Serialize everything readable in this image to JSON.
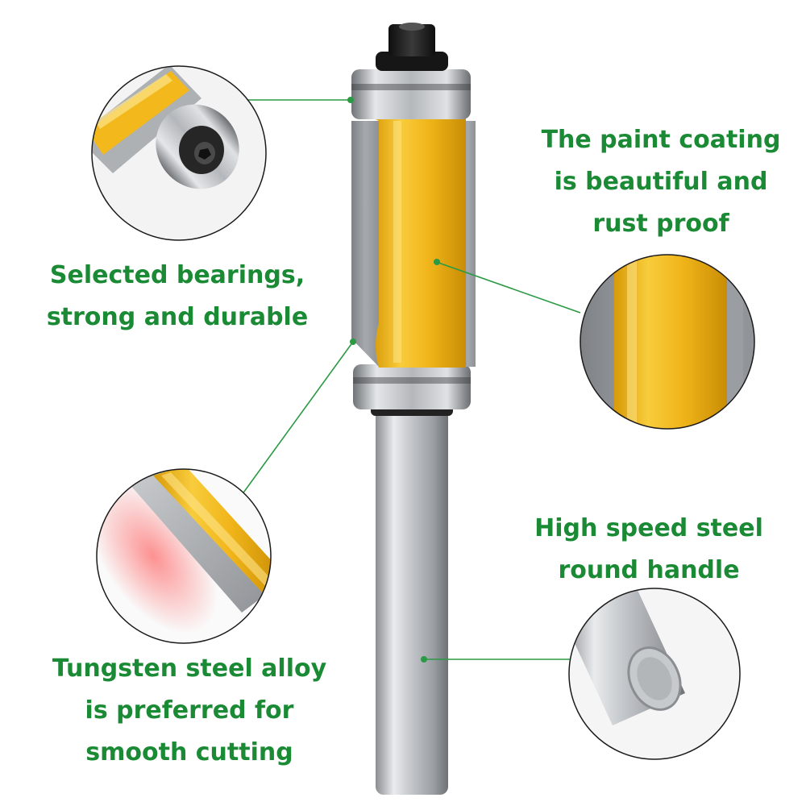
{
  "labels": {
    "bearings": [
      "Selected bearings,",
      "strong and durable"
    ],
    "paint": [
      "The paint coating",
      "is beautiful and",
      "rust proof"
    ],
    "tungsten": [
      "Tungsten steel alloy",
      "is preferred for",
      "smooth cutting"
    ],
    "handle": [
      "High speed steel",
      "round handle"
    ]
  },
  "colors": {
    "label_text": "#1a8a35",
    "leader_line": "#2a9a45",
    "paint_yellow": "#f2b81c",
    "steel": "#b9bcc0",
    "bearing_black": "#1b1b1b"
  }
}
